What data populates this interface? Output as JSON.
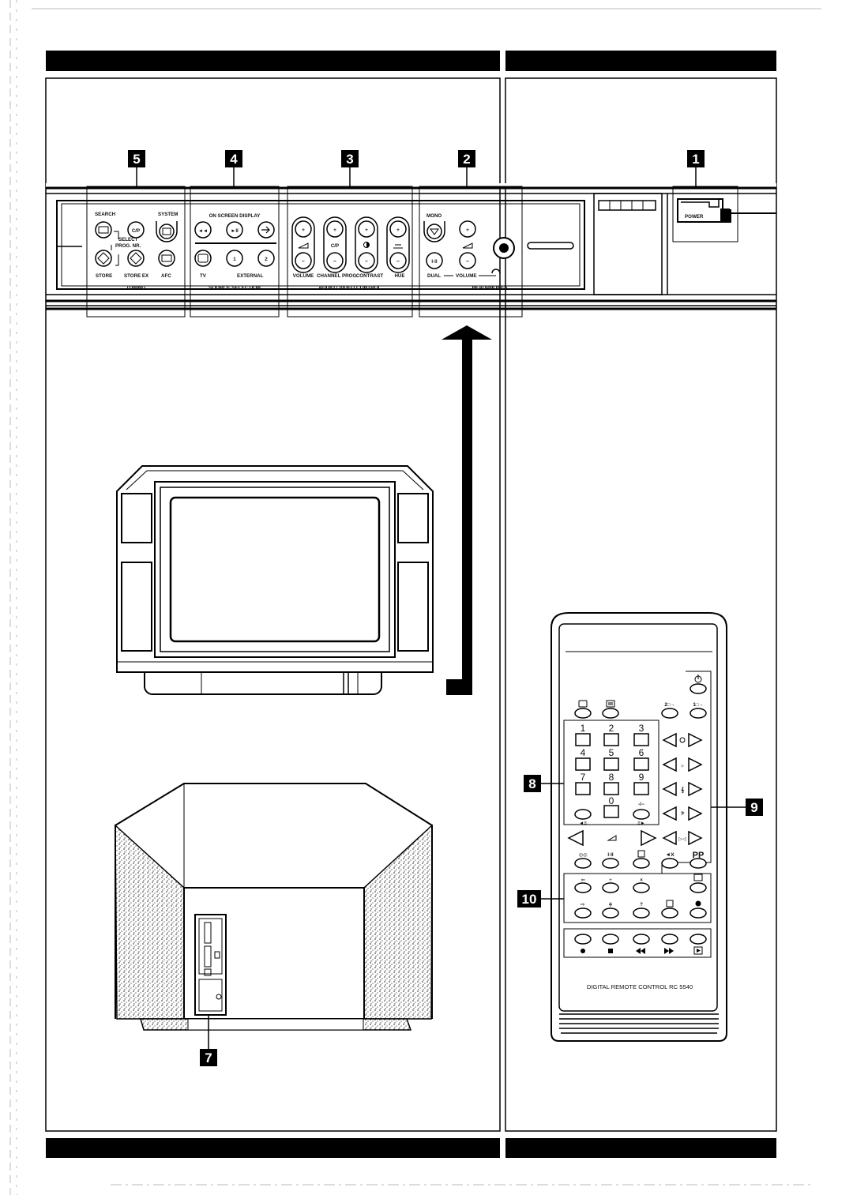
{
  "callouts": {
    "c1": "1",
    "c2": "2",
    "c3": "3",
    "c4": "4",
    "c5": "5",
    "c7": "7",
    "c8": "8",
    "c9": "9",
    "c10": "10"
  },
  "control_panel": {
    "tuning": {
      "search": "SEARCH",
      "system": "SYSTEM",
      "select_prog_nr_1": "SELECT",
      "select_prog_nr_2": "PROG. NR.",
      "store": "STORE",
      "store_ex": "STORE EX",
      "afc": "AFC",
      "cp": "C/P",
      "section": "TUNING"
    },
    "source": {
      "osd": "ON SCREEN DISPLAY",
      "tv": "TV",
      "external": "EXTERNAL",
      "one": "1",
      "two": "2",
      "section": "SOURCE SELECTION"
    },
    "av": {
      "volume": "VOLUME",
      "channel_prog": "CHANNEL PROG.",
      "contrast": "CONTRAST",
      "hue": "HUE",
      "cp": "C/P",
      "plus": "+",
      "minus": "−",
      "section": "AUDIO / VIDEO CONTROL"
    },
    "headphones": {
      "mono": "MONO",
      "dual": "DUAL",
      "volume": "VOLUME",
      "section": "HEADPHONES"
    },
    "power": "POWER"
  },
  "remote": {
    "keys": [
      "1",
      "2",
      "3",
      "4",
      "5",
      "6",
      "7",
      "8",
      "9",
      "0"
    ],
    "pp": "PP",
    "title": "DIGITAL REMOTE CONTROL RC 5540",
    "icons": [
      "standby-icon",
      "tv-icon",
      "teletext-icon",
      "source-2-icon",
      "source-1-icon",
      "sharpness-icon",
      "brightness-icon",
      "treble-icon",
      "bass-icon",
      "balance-icon",
      "volume-icon",
      "sound-mode-icon",
      "dual-icon",
      "info-icon",
      "mute-icon",
      "picture-in-picture-icon",
      "record-icon",
      "stop-icon",
      "rewind-icon",
      "fast-forward-icon",
      "play-icon"
    ]
  }
}
